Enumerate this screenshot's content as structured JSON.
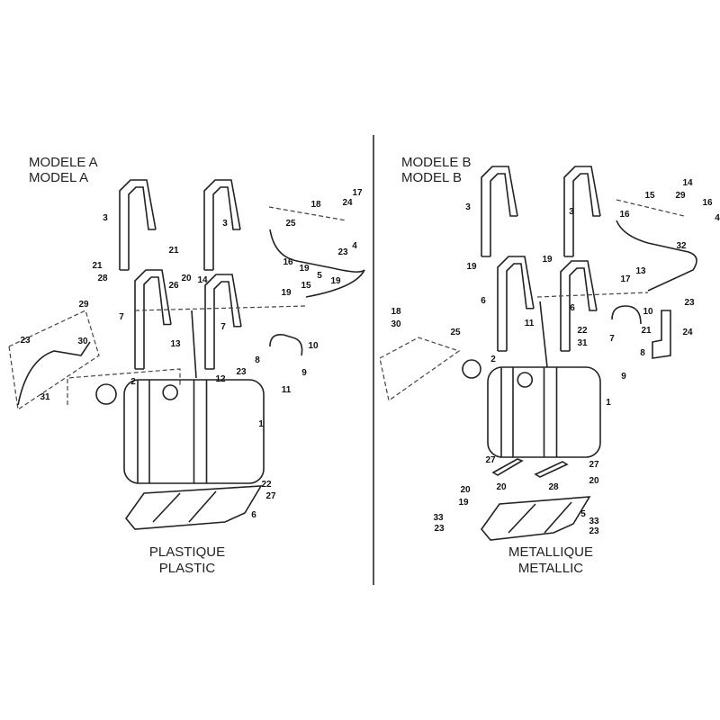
{
  "model_a": {
    "title_fr": "MODELE A",
    "title_en": "MODEL A",
    "caption_fr": "PLASTIQUE",
    "caption_en": "PLASTIC",
    "callouts": [
      "3",
      "3",
      "21",
      "21",
      "28",
      "20",
      "26",
      "14",
      "7",
      "7",
      "13",
      "12",
      "10",
      "8",
      "23",
      "9",
      "11",
      "2",
      "29",
      "30",
      "23",
      "31",
      "1",
      "18",
      "24",
      "17",
      "25",
      "4",
      "23",
      "16",
      "19",
      "5",
      "19",
      "15",
      "19",
      "22",
      "27",
      "6"
    ]
  },
  "model_b": {
    "title_fr": "MODELE B",
    "title_en": "MODEL B",
    "caption_fr": "METALLIQUE",
    "caption_en": "METALLIC",
    "callouts": [
      "3",
      "3",
      "19",
      "19",
      "6",
      "6",
      "11",
      "13",
      "17",
      "14",
      "15",
      "29",
      "16",
      "16",
      "4",
      "32",
      "10",
      "23",
      "22",
      "31",
      "7",
      "21",
      "24",
      "8",
      "9",
      "2",
      "25",
      "18",
      "30",
      "1",
      "27",
      "27",
      "20",
      "20",
      "28",
      "20",
      "19",
      "5",
      "33",
      "23",
      "33",
      "23"
    ]
  }
}
